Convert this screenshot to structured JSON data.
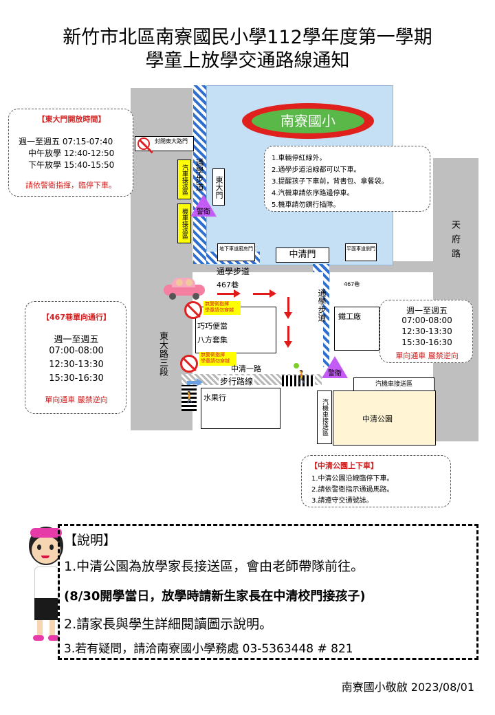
{
  "title": {
    "line1": "新竹市北區南寮國民小學112學年度第一學期",
    "line2": "學童上放學交通路線通知"
  },
  "map": {
    "school_name": "南寮國小",
    "roads": {
      "tianfu": "天府路",
      "dongda": "東大路三段",
      "zhongqing1": "中清一路",
      "lane467": "467巷",
      "lane467_small": "467巷"
    },
    "gates": {
      "east_gate": "東大門",
      "zhongqing_gate": "中清門",
      "side_gate": "平面車道側門",
      "basement_gate": "地下車道廚房門",
      "east_closed": "封閉東大路門"
    },
    "paths": {
      "walkway_top": "通學步道",
      "walkway_east": "通學步道",
      "walkway_right": "通學步道",
      "sidewalk": "步行路線"
    },
    "zones": {
      "car_pickup": "汽車接送區",
      "moto_pickup": "機車接送區",
      "car_pickup_east": "汽機車接送區",
      "car_pickup_right": "汽機車接送區",
      "park": "中清公園"
    },
    "shops": {
      "shop1": "巧巧便當",
      "shop2": "八方套集",
      "shop3": "水果行",
      "shop4": "鐵工廠"
    },
    "guard": "警衛",
    "warning_sign": "無警衛指揮學童請勿穿越",
    "warning_sign_line1": "無警衛指揮",
    "warning_sign_line2": "學童請勿穿越"
  },
  "callouts": {
    "east_gate": {
      "header": "【東大門開放時間】",
      "lines": [
        "週一至週五 07:15-07:40",
        "中午放學 12:40-12:50",
        "下午放學 15:40-15:50"
      ],
      "note": "請依警衛指揮，臨停下車。"
    },
    "lane467": {
      "header": "【467巷單向通行】",
      "lines": [
        "週一至週五",
        "07:00-08:00",
        "12:30-13:30",
        "15:30-16:30"
      ],
      "note": "單向通車 嚴禁逆向"
    },
    "right_times": {
      "lines": [
        "週一至週五",
        "07:00-08:00",
        "12:30-13:30",
        "15:30-16:30"
      ],
      "note": "單向通車 嚴禁逆向"
    },
    "rules": {
      "items": [
        "1.車輛停紅線外。",
        "2.通學步道沿線都可以下車。",
        "3.提醒孩子下車前，背書包、拿餐袋。",
        "4.汽機車請依序路邊停車。",
        "5.機車請勿鑽行插隊。"
      ]
    },
    "park": {
      "header": "【中清公園上下車】",
      "items": [
        "1.中清公園沿線臨停下車。",
        "2.請依警衛指示通過馬路。",
        "3.請遵守交通號誌。"
      ]
    }
  },
  "explanation": {
    "header": "【說明】",
    "item1": "1.中清公園為放學家長接送區，會由老師帶隊前往。",
    "item_bold": "(8/30開學當日，放學時請新生家長在中清校門接孩子)",
    "item2": "2.請家長與學生詳細閱讀圖示說明。",
    "item3": "3.若有疑問，請洽南寮國小學務處 03-5363448 # 821"
  },
  "signature": "南寮國小敬啟 2023/08/01",
  "colors": {
    "school_blue": "#c5e0f5",
    "ellipse_red": "#e0201c",
    "ellipse_green": "#59b847",
    "guard_purple": "#c35cf5",
    "park_yellow": "#fff4d4",
    "warning_red": "#d21f1f"
  }
}
